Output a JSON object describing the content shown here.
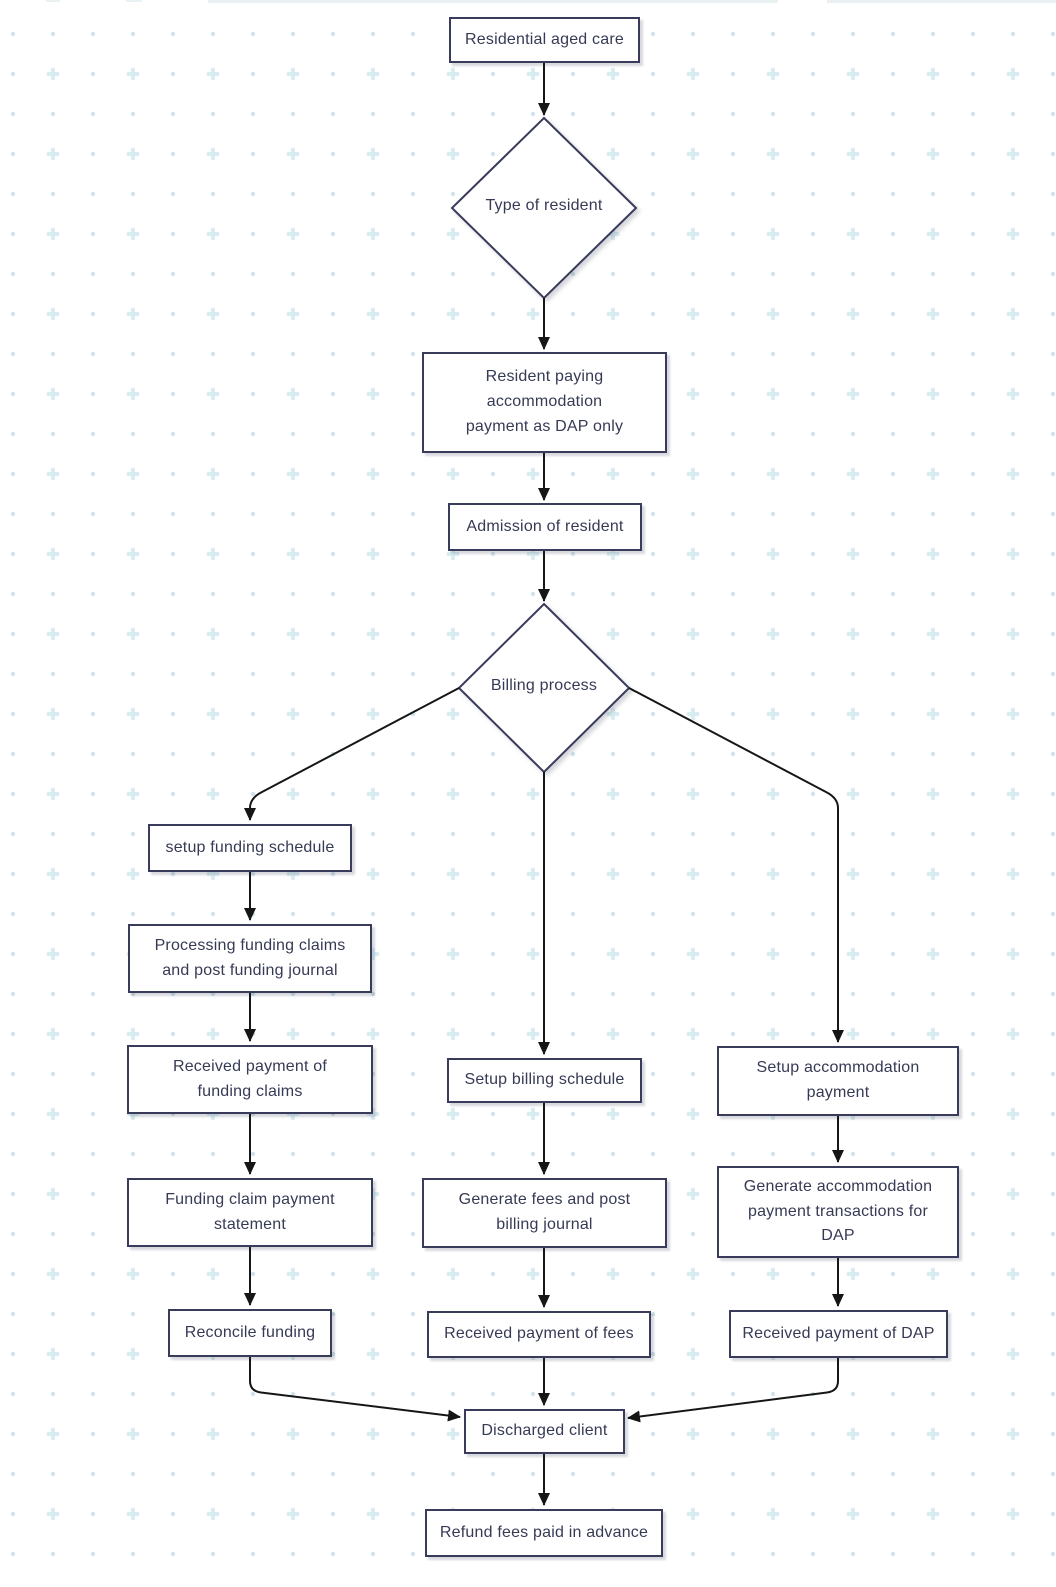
{
  "colors": {
    "arrow": "#161616",
    "node_border": "#383c5a",
    "node_text": "#363a54",
    "node_fill": "#ffffff",
    "pattern_dot": "#cfe3ea",
    "pattern_plus": "#d8edf1",
    "top_fragment": "#e9f1f3",
    "background": "#ffffff"
  },
  "nodes": {
    "residential": {
      "label": "Residential aged care",
      "shape": "rect"
    },
    "type_of_resident": {
      "label": "Type of resident",
      "shape": "diamond"
    },
    "resident_paying": {
      "label": "Resident paying\naccommodation\npayment as DAP only",
      "shape": "rect"
    },
    "admission": {
      "label": "Admission of resident",
      "shape": "rect"
    },
    "billing_process": {
      "label": "Billing process",
      "shape": "diamond"
    },
    "setup_funding": {
      "label": "setup funding schedule",
      "shape": "rect"
    },
    "processing_funding": {
      "label": "Processing funding claims\nand post funding journal",
      "shape": "rect"
    },
    "received_funding": {
      "label": "Received payment of\nfunding claims",
      "shape": "rect"
    },
    "funding_statement": {
      "label": "Funding claim payment\nstatement",
      "shape": "rect"
    },
    "reconcile_funding": {
      "label": "Reconcile funding",
      "shape": "rect"
    },
    "setup_billing": {
      "label": "Setup billing schedule",
      "shape": "rect"
    },
    "generate_fees": {
      "label": "Generate fees and post\nbilling journal",
      "shape": "rect"
    },
    "received_fees": {
      "label": "Received payment of fees",
      "shape": "rect"
    },
    "setup_accommodation": {
      "label": "Setup accommodation\npayment",
      "shape": "rect"
    },
    "generate_accommodation": {
      "label": "Generate accommodation\npayment transactions for\nDAP",
      "shape": "rect"
    },
    "received_dap": {
      "label": "Received payment of DAP",
      "shape": "rect"
    },
    "discharged": {
      "label": "Discharged client",
      "shape": "rect"
    },
    "refund": {
      "label": "Refund fees paid in advance",
      "shape": "rect"
    }
  }
}
